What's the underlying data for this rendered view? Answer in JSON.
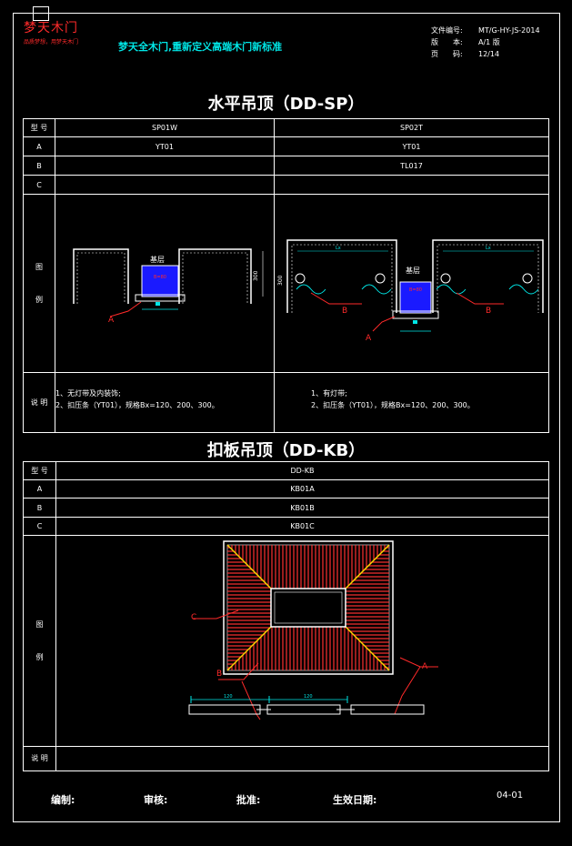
{
  "header": {
    "brand": "梦天木门",
    "brand_sub": "品质梦想，用梦天木门",
    "slogan": "梦天全木门,重新定义高端木门新标准",
    "doc_no_label": "文件编号:",
    "doc_no": "MT/G-HY-JS-2014",
    "version_label": "版　　本:",
    "version": "A/1 版",
    "page_label": "页　　码:",
    "page": "12/14"
  },
  "section1": {
    "title": "水平吊顶（DD-SP）",
    "type_label": "型 号",
    "col1": "SP01W",
    "col2": "SP02T",
    "rows": [
      {
        "label": "A",
        "v1": "YT01",
        "v2": "YT01"
      },
      {
        "label": "B",
        "v1": "",
        "v2": "TL017"
      },
      {
        "label": "C",
        "v1": "",
        "v2": ""
      }
    ],
    "legend_label": [
      "图",
      "例"
    ],
    "desc_label": "说 明",
    "notes1": [
      "1、无灯带及内装饰;",
      "2、扣压条（YT01），规格Bx=120、200、300。"
    ],
    "notes2": [
      "1、有灯带;",
      "2、扣压条（YT01），规格Bx=120、200、300。"
    ],
    "drawing": {
      "layer": "基层",
      "callout_a": "A",
      "callout_b": "B",
      "dim_left": "300",
      "dim_right": "300",
      "dim_lx": "Lx"
    }
  },
  "section2": {
    "title": "扣板吊顶（DD-KB）",
    "type_label": "型 号",
    "col": "DD-KB",
    "rows": [
      {
        "label": "A",
        "v": "KB01A"
      },
      {
        "label": "B",
        "v": "KB01B"
      },
      {
        "label": "C",
        "v": "KB01C"
      }
    ],
    "legend_label": [
      "图",
      "例"
    ],
    "desc_label": "说 明",
    "drawing": {
      "callout_a": "A",
      "callout_b": "B",
      "callout_c": "C",
      "dim1": "120",
      "dim2": "120"
    }
  },
  "footer": {
    "prepared": "编制:",
    "review": "审核:",
    "approve": "批准:",
    "effective": "生效日期:",
    "code": "04-01"
  }
}
